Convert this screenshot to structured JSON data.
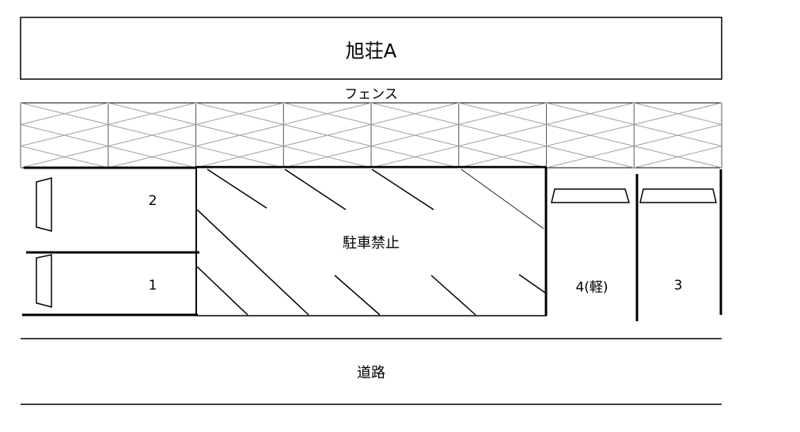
{
  "building": {
    "name": "旭荘A"
  },
  "fence": {
    "label": "フェンス",
    "panels": 8
  },
  "no_parking": {
    "label": "駐車禁止"
  },
  "spaces": [
    {
      "label": "2"
    },
    {
      "label": "1"
    },
    {
      "label": "4(軽)"
    },
    {
      "label": "3"
    }
  ],
  "road": {
    "label": "道路"
  },
  "colors": {
    "line": "#000000",
    "fence_lattice": "#a0a0a0"
  }
}
